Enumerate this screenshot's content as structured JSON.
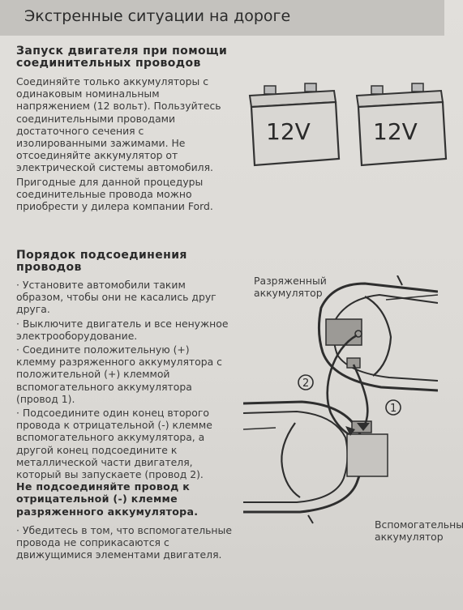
{
  "header": {
    "title": "Экстренные ситуации на дороге"
  },
  "section1": {
    "heading": "Запуск двигателя при помощи соединительных проводов",
    "para1": "Соединяйте только аккумуляторы с одинаковым номинальным напряжением (12 вольт). Пользуйтесь соединительными проводами достаточного сечения с изолированными зажимами. Не отсоединяйте аккумулятор от электрической системы автомобиля.",
    "para2": "Пригодные для данной процедуры соединительные провода можно приобрести у дилера компании Ford."
  },
  "batteries": {
    "left_label": "12V",
    "right_label": "12V"
  },
  "section2": {
    "heading": "Порядок подсоединения проводов",
    "bullets": [
      "Установите автомобили таким образом, чтобы они не касались друг друга.",
      "Выключите двигатель и все ненужное электрооборудование.",
      "Соедините положительную (+) клемму разряженного аккумулятора с положительной (+) клеммой вспомогательного аккумулятора (провод 1).",
      "Подсоедините один конец второго провода к отрицательной (-) клемме вспомогательного аккумулятора, а другой конец подсоедините к металлической части двигателя, который вы запускаете (провод 2)."
    ],
    "warning": "Не подсоединяйте провод к отрицательной (-) клемме разряженного аккумулятора.",
    "last_bullet": "Убедитесь в том, что вспомогательные провода не соприкасаются с движущимися элементами двигателя."
  },
  "diagram": {
    "discharged_label_1": "Разряженный",
    "discharged_label_2": "аккумулятор",
    "auxiliary_label_1": "Вспомогательный",
    "auxiliary_label_2": "аккумулятор",
    "wire1_number": "1",
    "wire2_number": "2"
  }
}
